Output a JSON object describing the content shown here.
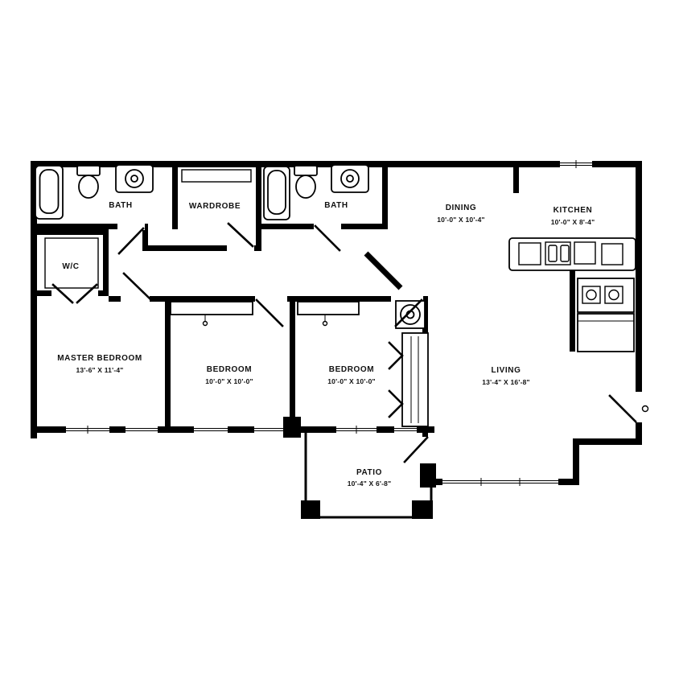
{
  "floorplan": {
    "colors": {
      "wall": "#000000",
      "background": "#ffffff",
      "text": "#111111"
    },
    "rooms": {
      "bath1": {
        "label": "BATH"
      },
      "wardrobe": {
        "label": "WARDROBE"
      },
      "bath2": {
        "label": "BATH"
      },
      "dining": {
        "label": "DINING",
        "dims": "10'-0\" X 10'-4\""
      },
      "kitchen": {
        "label": "KITCHEN",
        "dims": "10'-0\" X 8'-4\""
      },
      "wc": {
        "label": "W/C"
      },
      "master": {
        "label": "MASTER BEDROOM",
        "dims": "13'-6\" X 11'-4\""
      },
      "bedroom1": {
        "label": "BEDROOM",
        "dims": "10'-0\" X 10'-0\""
      },
      "bedroom2": {
        "label": "BEDROOM",
        "dims": "10'-0\" X 10'-0\""
      },
      "living": {
        "label": "LIVING",
        "dims": "13'-4\" X 16'-8\""
      },
      "patio": {
        "label": "PATIO",
        "dims": "10'-4\" X 6'-8\""
      }
    }
  }
}
